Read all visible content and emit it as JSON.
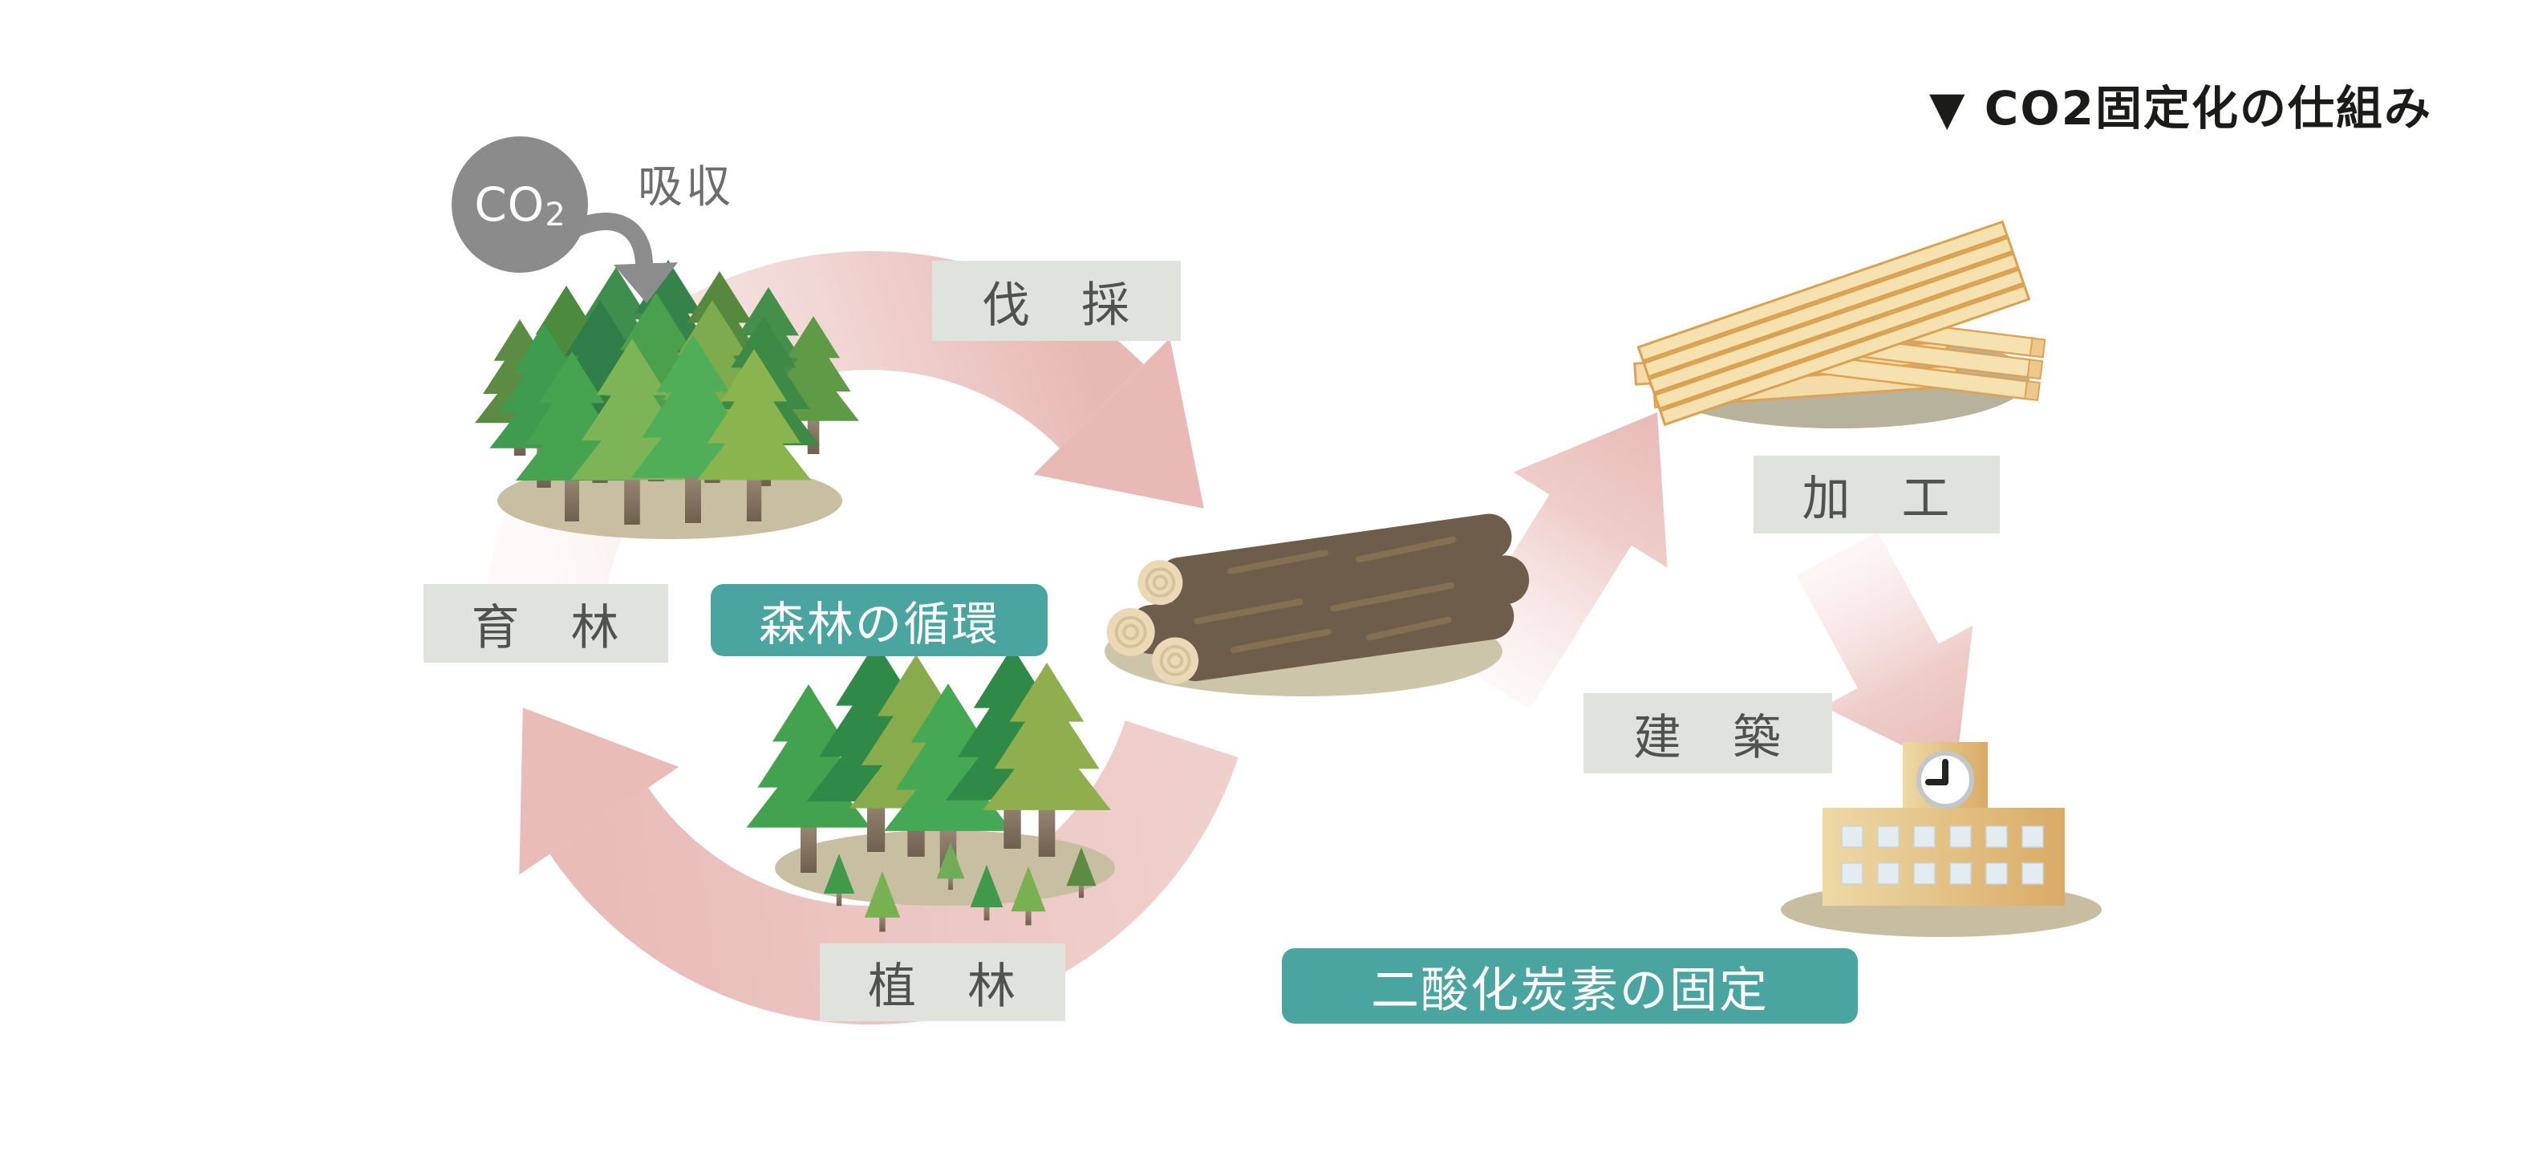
{
  "title": "▼ CO2固定化の仕組み",
  "co2": {
    "main": "CO",
    "sub": "2",
    "absorb": "吸収"
  },
  "cycle": {
    "label": "森林の循環",
    "logging": "伐　採",
    "growing": "育　林",
    "planting": "植　林"
  },
  "flow": {
    "processing": "加　工",
    "construction": "建　築",
    "fixation": "二酸化炭素の固定"
  },
  "colors": {
    "accent_teal": "#4aa5a1",
    "arrow_pink": "#e9bab6",
    "label_gray_bg": "#dfe3db",
    "label_text": "#4f524d",
    "co2_circle_gray": "#8b8b8b",
    "ground_tan": "#c8bfa3",
    "log_brown": "#6e5d4a",
    "lumber_tan": "#f6e2b0",
    "building_tan": "#e4c285"
  }
}
